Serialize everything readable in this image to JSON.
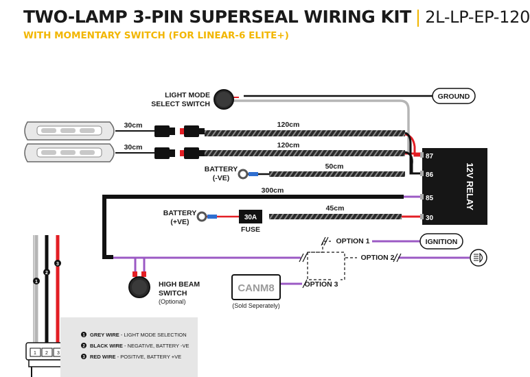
{
  "header": {
    "title": "TWO-LAMP 3-PIN SUPERSEAL WIRING KIT",
    "separator": "|",
    "code": "2L-LP-EP-120",
    "subtitle": "WITH MOMENTARY SWITCH (FOR LINEAR-6 ELITE+)"
  },
  "labels": {
    "light_mode_switch": [
      "LIGHT MODE",
      "SELECT SWITCH"
    ],
    "ground": "GROUND",
    "lamp1_length": "30cm",
    "lamp2_length": "30cm",
    "wire1_length": "120cm",
    "wire2_length": "120cm",
    "battery_neg": [
      "BATTERY",
      "(-VE)"
    ],
    "neg_wire_length": "50cm",
    "main_wire_length": "300cm",
    "battery_pos": [
      "BATTERY",
      "(+VE)"
    ],
    "fuse_rating": "30A",
    "fuse": "FUSE",
    "pos_wire_length": "45cm",
    "relay": "12V RELAY",
    "relay_pins": [
      "87",
      "86",
      "85",
      "30"
    ],
    "option1": "OPTION 1",
    "option2": "OPTION 2",
    "option3": "OPTION 3",
    "ignition": "IGNITION",
    "canm8": "CANM8",
    "canm8_note": "(Sold Seperately)",
    "high_beam_switch": [
      "HIGH BEAM",
      "SWITCH"
    ],
    "optional": "(Optional)"
  },
  "connector_numbers": [
    "1",
    "2",
    "3"
  ],
  "legend": [
    {
      "num": "1",
      "name": "GREY WIRE",
      "desc": "LIGHT MODE SELECTION"
    },
    {
      "num": "2",
      "name": "BLACK WIRE",
      "desc": "NEGATIVE, BATTERY -VE"
    },
    {
      "num": "3",
      "name": "RED WIRE",
      "desc": "POSITIVE, BATTERY +VE"
    }
  ],
  "legend_sep": "-",
  "colors": {
    "accent": "#f2b600",
    "purple": "#9b59c4",
    "red": "#e31e24",
    "black": "#111111",
    "grey": "#b5b5b5",
    "blue": "#2f6fd0",
    "relay_bg": "#161616"
  }
}
